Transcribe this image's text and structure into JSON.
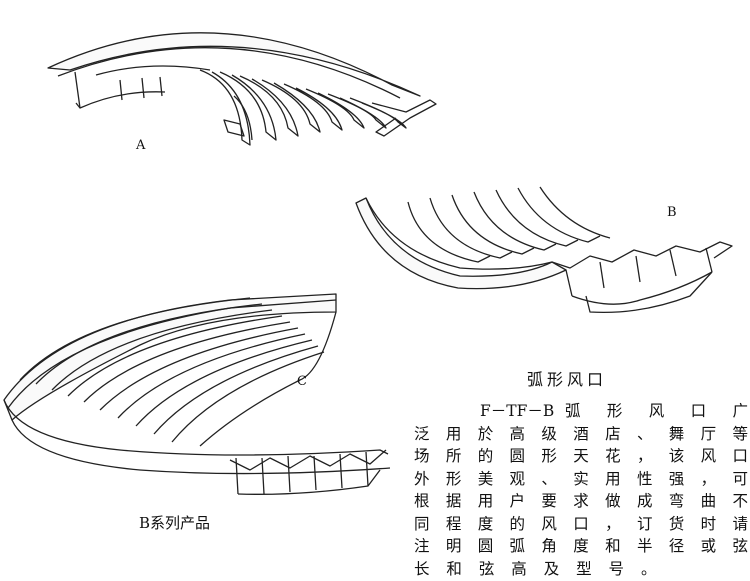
{
  "labels": {
    "a": "A",
    "b": "B",
    "c": "C"
  },
  "title": "弧形风口",
  "series_caption": "B系列产品",
  "description_lines": [
    "F－TF－B弧 形 风 口 广",
    "泛 用 於 高 级 酒 店 、 舞 厅 等",
    "场 所 的 圆 形 天 花 ， 该 风 口",
    "外 形 美 观 、 实 用 性 强 ， 可",
    "根 据 用 户 要 求 做 成 弯 曲 不",
    "同 程 度 的 风 口 ， 订 货 时 请",
    "注 明 圆 弧 角 度 和 半 径 或 弦",
    "长 和 弦 高 及 型 号 。"
  ]
}
